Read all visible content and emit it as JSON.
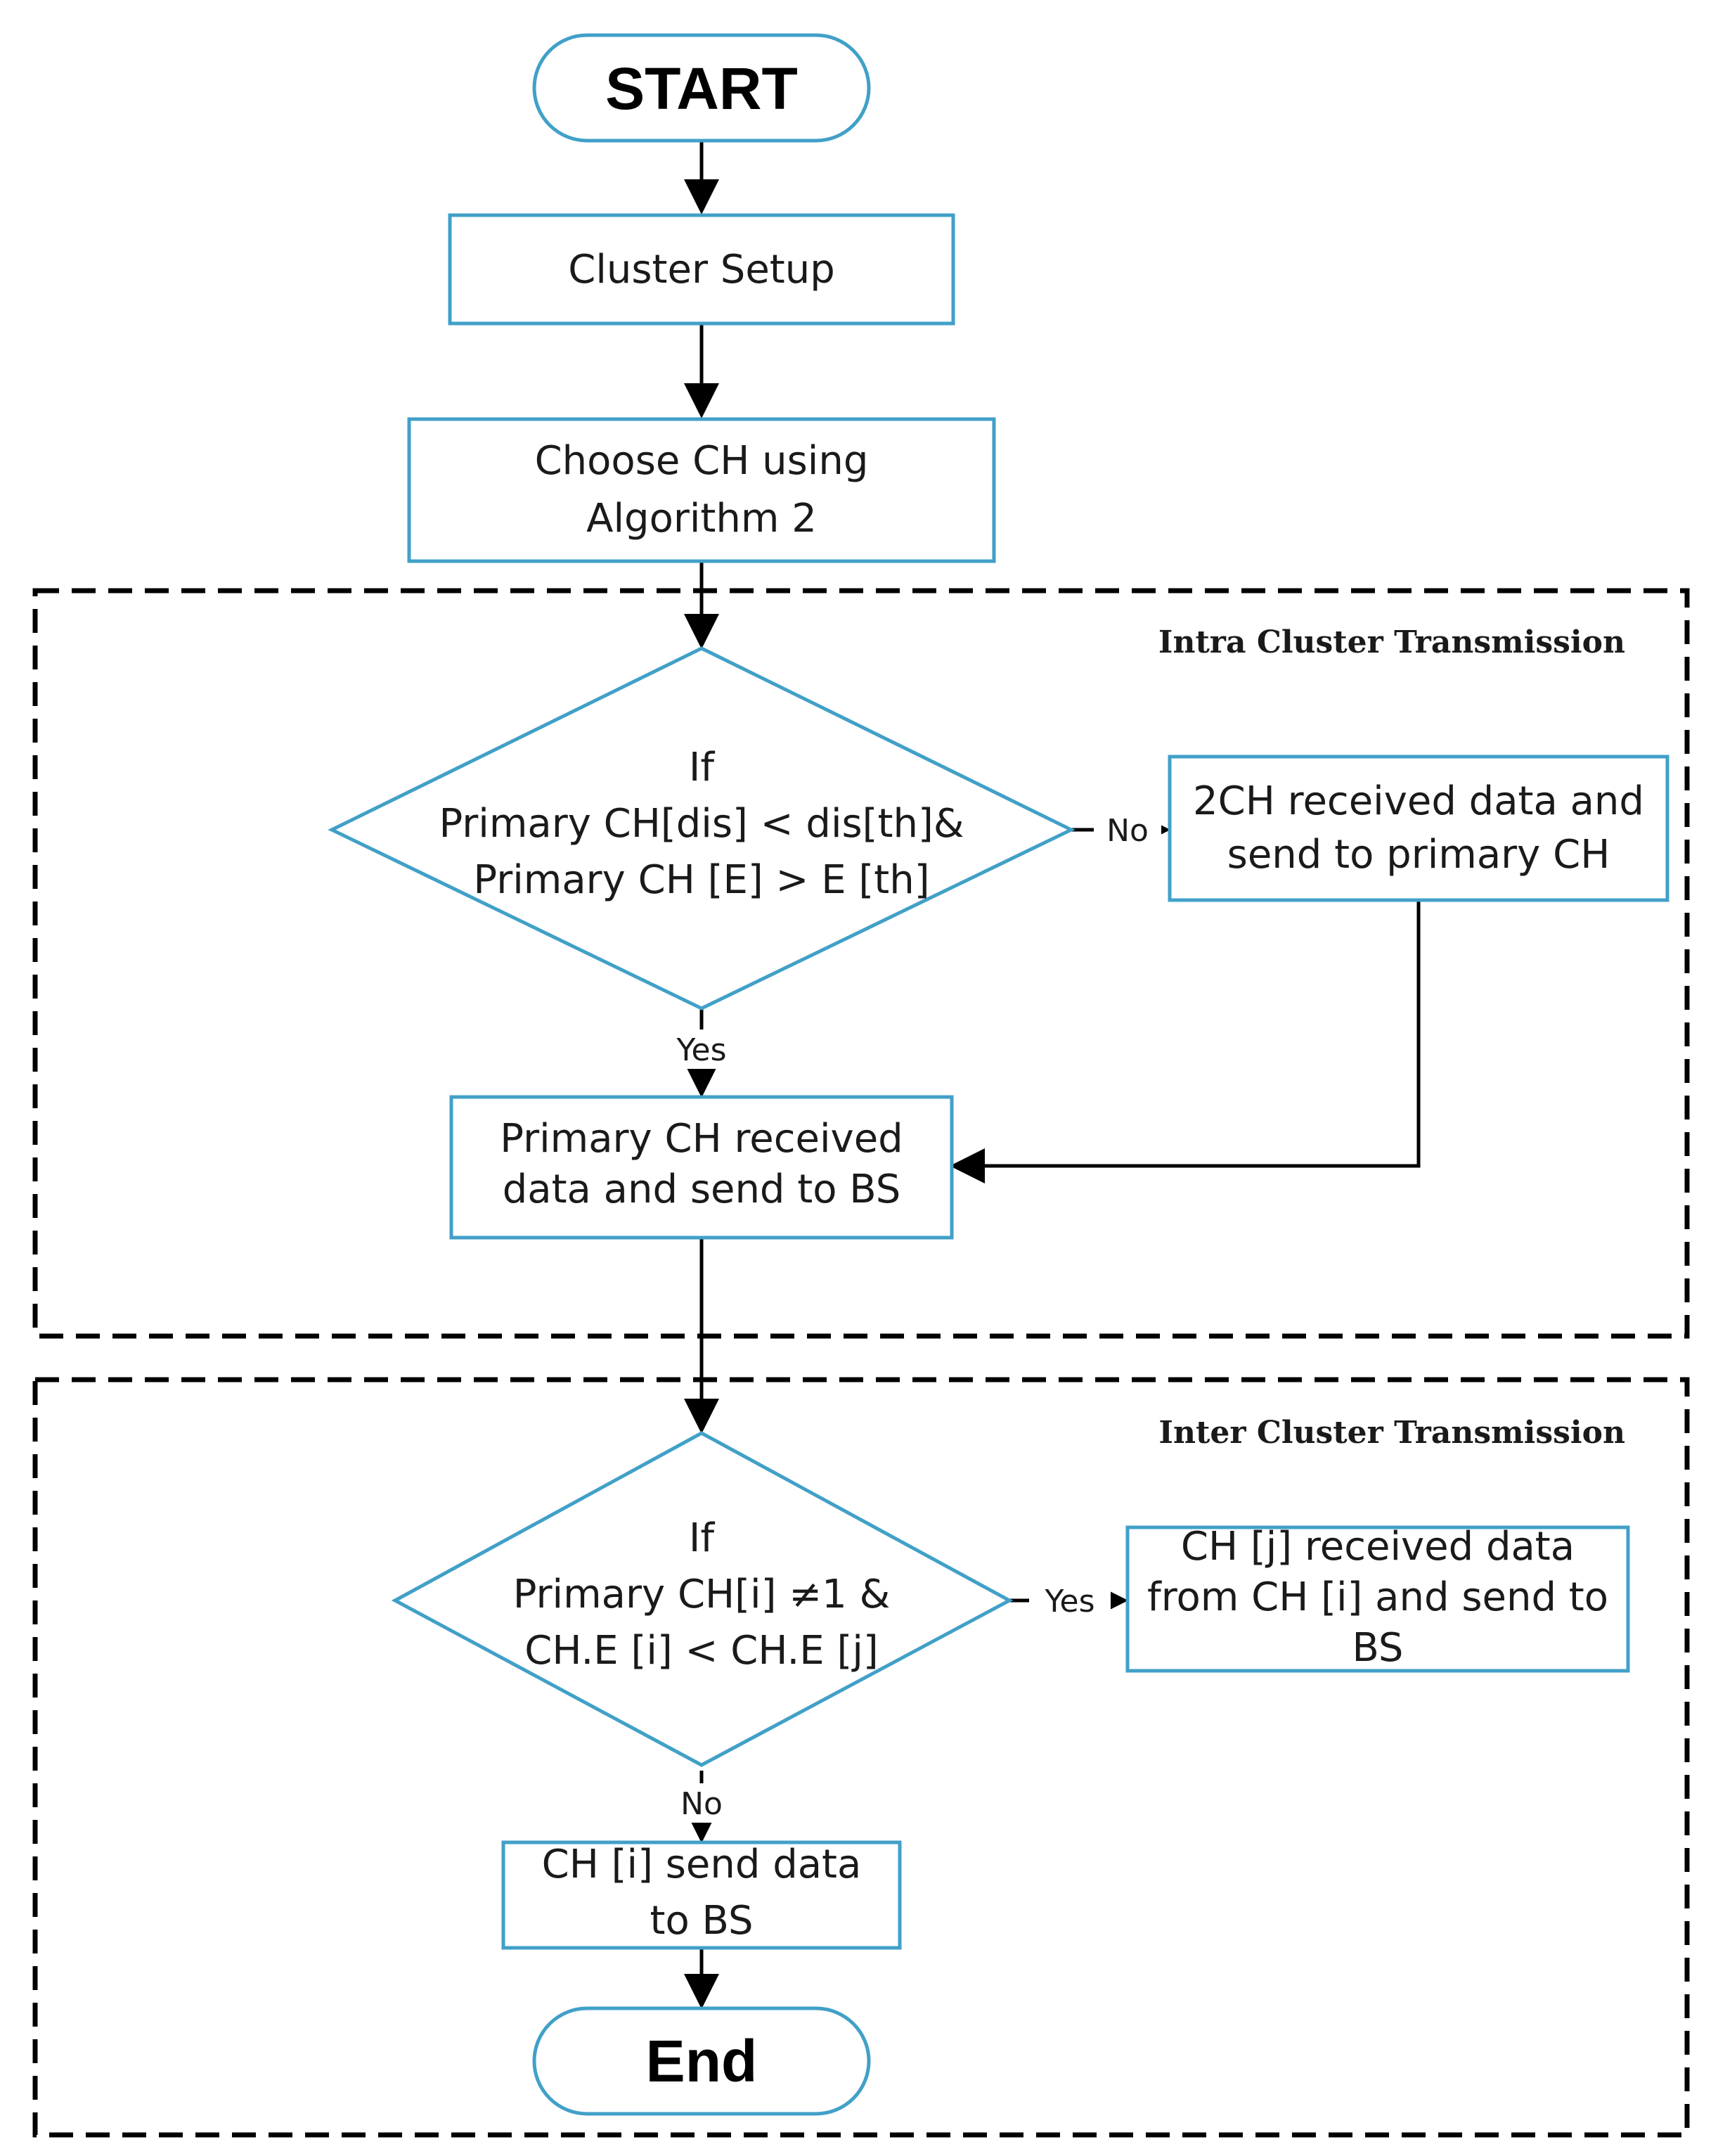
{
  "colors": {
    "box_stroke": "#41a0c8",
    "line": "#000000",
    "group_border": "#000000"
  },
  "groups": {
    "intra": {
      "label": "Intra Cluster Transmission"
    },
    "inter": {
      "label": "Inter Cluster Transmission"
    }
  },
  "nodes": {
    "start": {
      "lines": [
        "START"
      ]
    },
    "cluster_setup": {
      "lines": [
        "Cluster Setup"
      ]
    },
    "choose_ch": {
      "lines": [
        "Choose CH using",
        "Algorithm 2"
      ]
    },
    "decision_1": {
      "lines": [
        "If",
        "Primary CH[dis] < dis[th]&",
        "Primary CH [E] > E [th]"
      ]
    },
    "secondary_ch": {
      "lines": [
        "2CH received data and",
        "send to primary CH"
      ]
    },
    "primary_ch_send": {
      "lines": [
        "Primary CH received",
        "data and send to BS"
      ]
    },
    "decision_2": {
      "lines": [
        "If",
        "Primary CH[i]  ≠1 &",
        "CH.E [i] < CH.E [j]"
      ]
    },
    "ch_j_receive": {
      "lines": [
        "CH [j] received data",
        "from CH [i] and send to",
        "BS"
      ]
    },
    "ch_i_send": {
      "lines": [
        "CH [i] send data",
        "to BS"
      ]
    },
    "end": {
      "lines": [
        "End"
      ]
    }
  },
  "edges": {
    "d1_no": "No",
    "d1_yes": "Yes",
    "d2_yes": "Yes",
    "d2_no": "No"
  }
}
